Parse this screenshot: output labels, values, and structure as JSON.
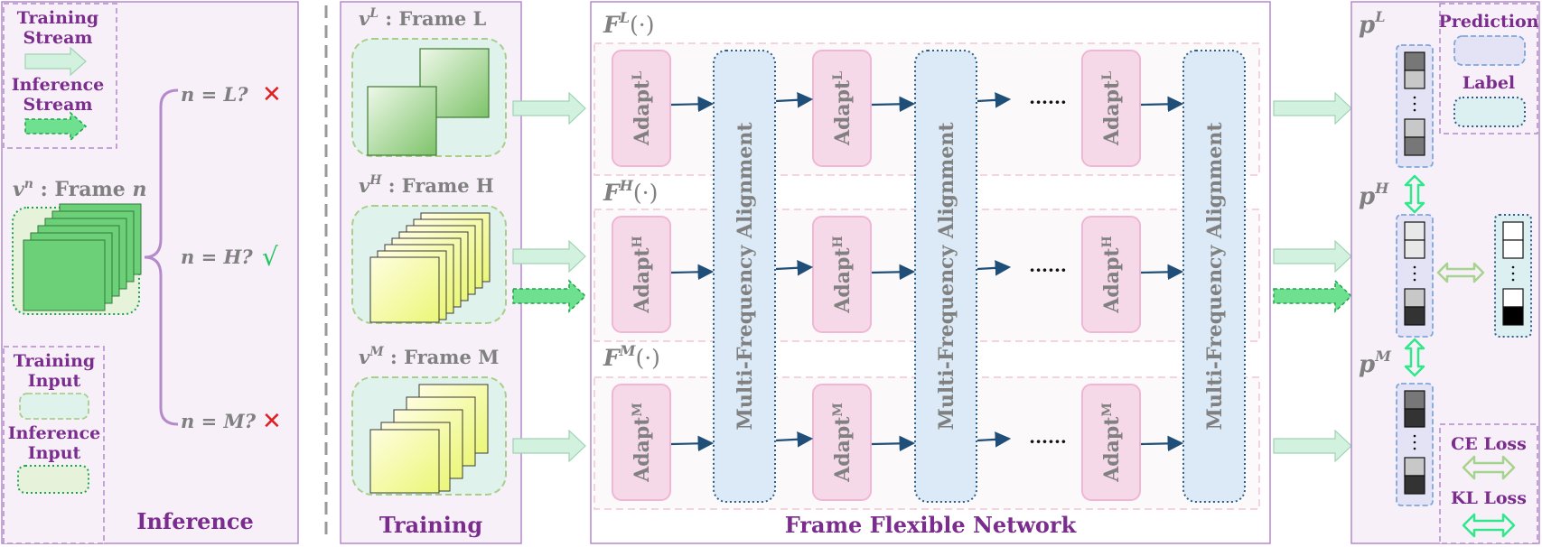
{
  "legend_stream": {
    "training_label": "Training Stream",
    "training_l1": "Training",
    "training_l2": "Stream",
    "inference_l1": "Inference",
    "inference_l2": "Stream"
  },
  "inference_panel": {
    "frame_n_var": "v",
    "frame_n_sup": "n",
    "frame_n_text": " : Frame ",
    "frame_n_letter": "n",
    "cond_L": "n = L?",
    "cond_H": "n = H?",
    "cond_M": "n = M?",
    "mark_L": "✕",
    "mark_H": "√",
    "mark_M": "✕",
    "title": "Inference"
  },
  "legend_input": {
    "training_l1": "Training",
    "training_l2": "Input",
    "inference_l1": "Inference",
    "inference_l2": "Input"
  },
  "training_panel": {
    "frame_L_sup": "L",
    "frame_L_text": " : Frame L",
    "frame_H_sup": "H",
    "frame_H_text": " : Frame H",
    "frame_M_sup": "M",
    "frame_M_text": " : Frame M",
    "var": "v",
    "title": "Training"
  },
  "network": {
    "branch_L": "F",
    "branch_L_sup": "L",
    "branch_H_sup": "H",
    "branch_M_sup": "M",
    "branch_arg": "(·)",
    "adapt_base": "Adapt",
    "adapt_L": "L",
    "adapt_H": "H",
    "adapt_M": "M",
    "mfa_label": "Multi-Frequency Alignment",
    "dots": "······",
    "title": "Frame Flexible Network"
  },
  "outputs": {
    "p": "p",
    "p_L": "L",
    "p_H": "H",
    "p_M": "M",
    "legend_prediction": "Prediction",
    "legend_label": "Label",
    "legend_ce": "CE Loss",
    "legend_kl": "KL Loss"
  },
  "colors": {
    "purple_text": "#7b2d8e",
    "gray_text": "#808080",
    "panel_border": "#b48acb",
    "panel_fill": "#f7f0f9",
    "mfa_fill": "#dbeaf6",
    "mfa_border": "#2e5f8a",
    "adapt_fill": "#f6d9e8",
    "adapt_border": "#f1b6d6",
    "arrow_dark": "#1f4e79",
    "train_arrow": "#d2f2df",
    "infer_arrow": "#6fe08f",
    "kl_arrow": "#2ee88a",
    "ce_arrow": "#a6d38d",
    "red_x": "#e02020",
    "green_check": "#22c55e"
  }
}
